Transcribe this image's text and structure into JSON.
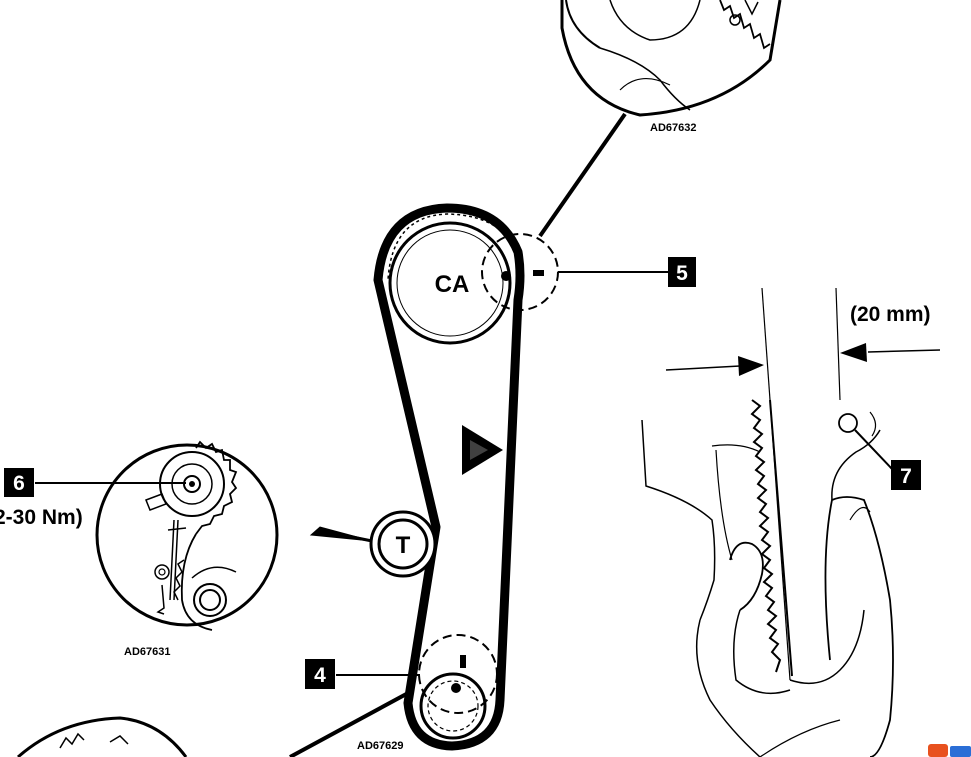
{
  "figure": {
    "pulleys": {
      "camshaft": "CA",
      "tensioner": "T"
    },
    "callouts": [
      "4",
      "5",
      "6",
      "7"
    ],
    "torque_spec": "2-30 Nm)",
    "dimension": "(20 mm)",
    "references": {
      "top_detail": "AD67632",
      "left_detail": "AD67631",
      "main": "AD67629"
    },
    "colors": {
      "ink": "#000000",
      "paper": "#ffffff"
    }
  }
}
